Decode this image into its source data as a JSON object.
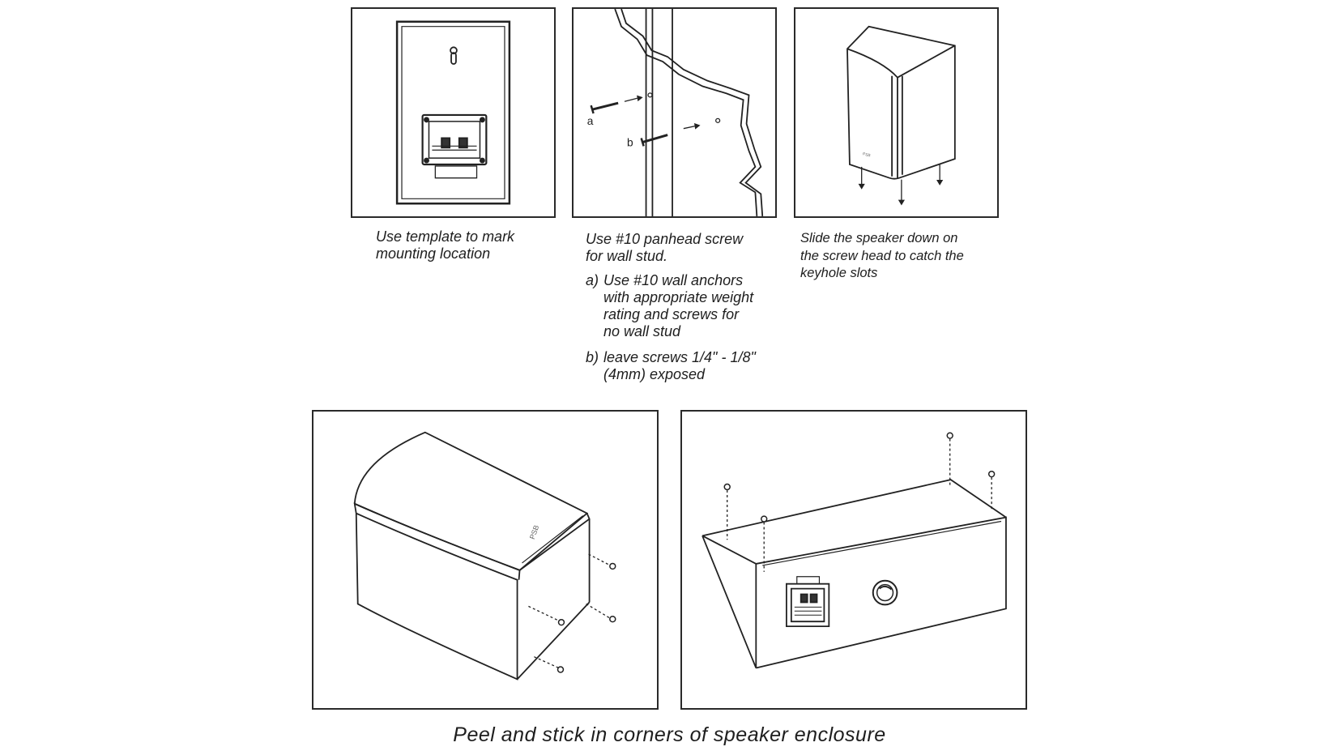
{
  "panels": {
    "template": {
      "caption": [
        "Use template to mark",
        "mounting location"
      ]
    },
    "screw": {
      "caption": [
        "Use #10 panhead screw",
        "for wall stud."
      ],
      "label_a": "a",
      "label_b": "b",
      "notes": [
        {
          "marker": "a)",
          "lines": [
            "Use #10 wall anchors",
            "with appropriate weight",
            "rating and screws for",
            "no wall stud"
          ]
        },
        {
          "marker": "b)",
          "lines": [
            "leave screws 1/4\" - 1/8\"",
            "(4mm) exposed"
          ]
        }
      ]
    },
    "slide": {
      "caption": [
        "Slide the speaker down on",
        "the screw head to catch the",
        "keyhole slots"
      ]
    }
  },
  "footer": "Peel and stick in corners of speaker enclosure"
}
